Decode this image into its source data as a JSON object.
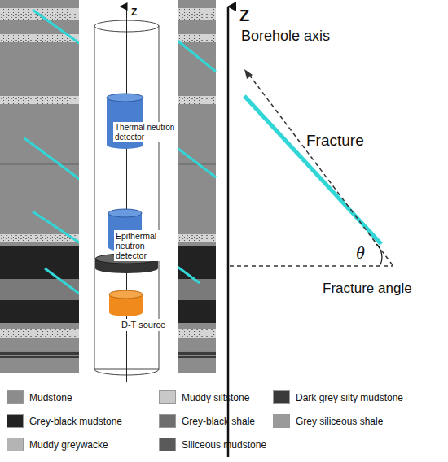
{
  "diagram": {
    "nodes": [
      {
        "text": [
          "Thermal neutron detector"
        ]
      },
      {
        "text": [
          "Epithermal neutron detector"
        ]
      },
      {
        "text": [
          "D-T source"
        ]
      }
    ],
    "labels": [
      "Z",
      "Z",
      "Borehole axis",
      "Fracture",
      "θ",
      "Fracture angle"
    ],
    "legend": [
      {
        "text": "Mudstone",
        "color": "#8c8c8c"
      },
      {
        "text": "Muddy siltstone",
        "color": "#c8c8c8"
      },
      {
        "text": "Dark grey silty mudstone",
        "color": "#3a3a3a"
      },
      {
        "text": "Grey-black mudstone",
        "color": "#222222"
      },
      {
        "text": "Grey-black shale",
        "color": "#6e6e6e"
      },
      {
        "text": "Grey siliceous shale",
        "color": "#9a9a9a"
      },
      {
        "text": "Muddy greywacke",
        "color": "#b4b4b4"
      },
      {
        "text": "Siliceous mudstone",
        "color": "#5a5a5a"
      }
    ]
  }
}
